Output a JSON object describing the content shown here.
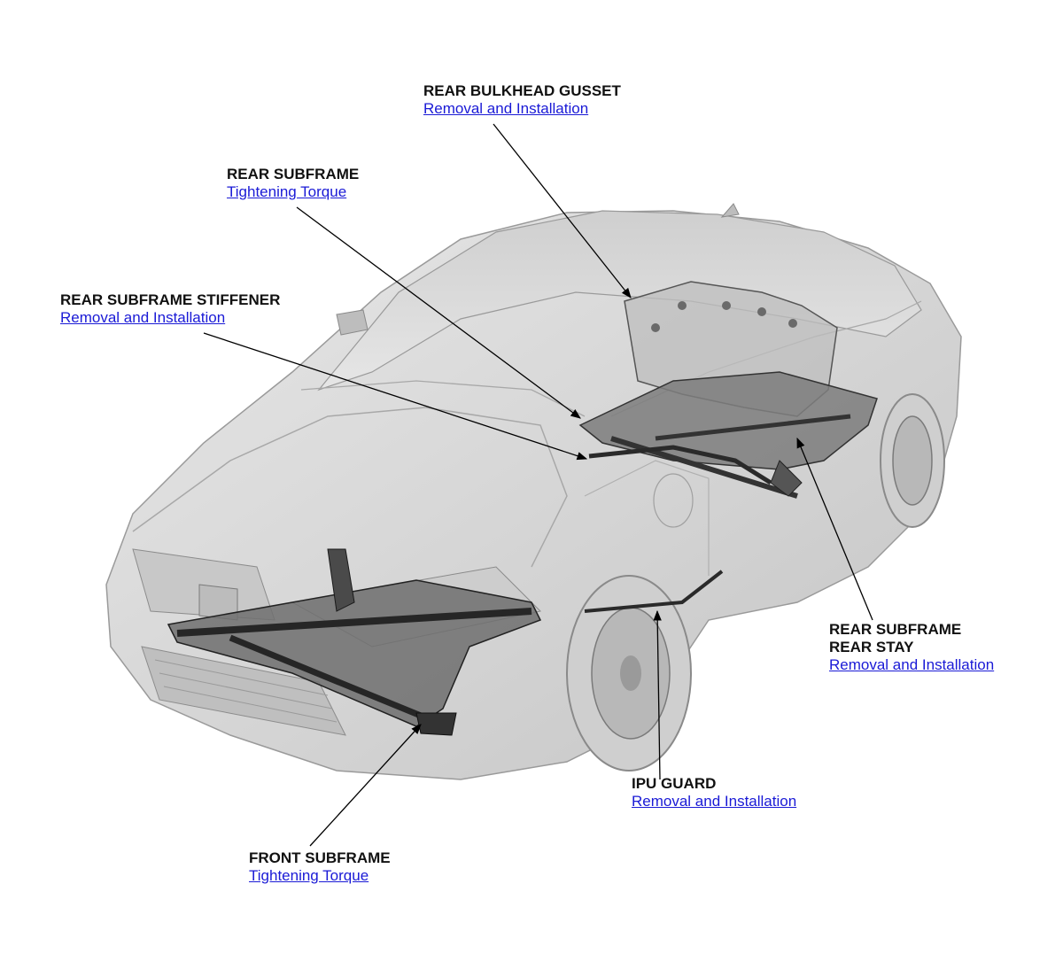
{
  "callouts": {
    "rear_bulkhead_gusset": {
      "title": "REAR BULKHEAD GUSSET",
      "link": "Removal and Installation"
    },
    "rear_subframe": {
      "title": "REAR SUBFRAME",
      "link": "Tightening Torque"
    },
    "rear_subframe_stiffener": {
      "title": "REAR SUBFRAME STIFFENER",
      "link": "Removal and Installation"
    },
    "rear_subframe_rear_stay": {
      "title_line1": "REAR SUBFRAME",
      "title_line2": "REAR STAY",
      "link": "Removal and Installation"
    },
    "ipu_guard": {
      "title": "IPU GUARD",
      "link": "Removal and Installation"
    },
    "front_subframe": {
      "title": "FRONT SUBFRAME",
      "link": "Tightening Torque"
    }
  },
  "colors": {
    "link": "#1a1ad6",
    "label": "#111111",
    "car_body": "#d9d9d9",
    "subframe": "#3a3a3a"
  }
}
